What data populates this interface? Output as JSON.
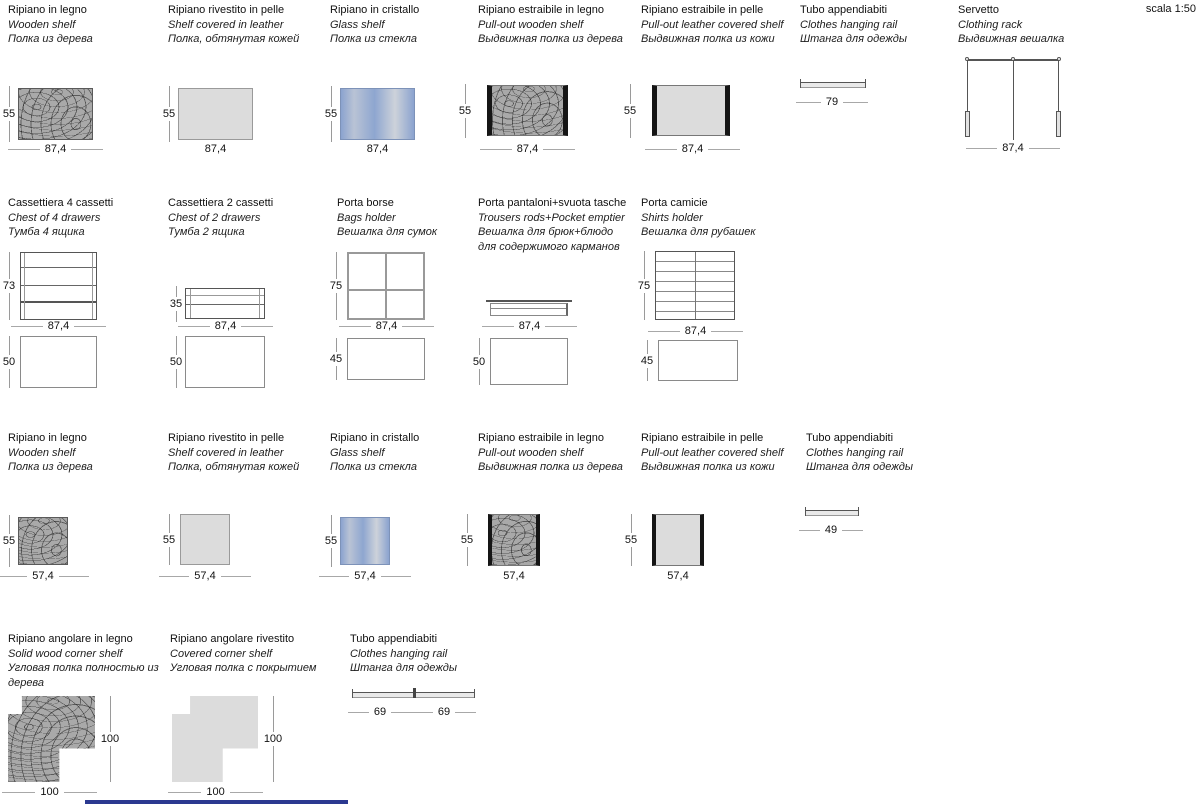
{
  "page": {
    "scale_label": "scala 1:50"
  },
  "colors": {
    "wood_gray": "#a9a9a9",
    "leather_gray": "#dcdcdc",
    "glass_blue_edge": "#8ba3cf",
    "glass_blue_highlight": "#cdd2da",
    "pullout_guide_black": "#151515",
    "dimension_line_gray": "#a8a8a8",
    "text_black": "#111111",
    "footer_accent_blue": "#2b3990"
  },
  "r1": [
    {
      "it": "Ripiano in legno",
      "en": "Wooden shelf",
      "ru": "Полка из дерева",
      "h": "55",
      "w": "87,4"
    },
    {
      "it": "Ripiano rivestito in pelle",
      "en": "Shelf covered in leather",
      "ru": "Полка, обтянутая кожей",
      "h": "55",
      "w": "87,4"
    },
    {
      "it": "Ripiano in cristallo",
      "en": "Glass shelf",
      "ru": "Полка из стекла",
      "h": "55",
      "w": "87,4"
    },
    {
      "it": "Ripiano estraibile in legno",
      "en": "Pull-out wooden shelf",
      "ru": "Выдвижная полка из дерева",
      "h": "55",
      "w": "87,4"
    },
    {
      "it": "Ripiano estraibile in pelle",
      "en": "Pull-out leather covered shelf",
      "ru": "Выдвижная полка из кожи",
      "h": "55",
      "w": "87,4"
    },
    {
      "it": "Tubo appendiabiti",
      "en": "Clothes hanging rail",
      "ru": "Штанга для одежды",
      "w": "79"
    },
    {
      "it": "Servetto",
      "en": "Clothing rack",
      "ru": "Выдвижная вешалка",
      "w": "87,4"
    }
  ],
  "r2": [
    {
      "it": "Cassettiera 4 cassetti",
      "en": "Chest of 4 drawers",
      "ru": "Тумба 4 ящика",
      "front_h": "73",
      "w": "87,4",
      "plan_d": "50"
    },
    {
      "it": "Cassettiera 2 cassetti",
      "en": "Chest of 2 drawers",
      "ru": "Тумба 2 ящика",
      "front_h": "35",
      "w": "87,4",
      "plan_d": "50"
    },
    {
      "it": "Porta borse",
      "en": "Bags holder",
      "ru": "Вешалка для сумок",
      "front_h": "75",
      "w": "87,4",
      "plan_d": "45"
    },
    {
      "it": "Porta pantaloni+svuota tasche",
      "en": "Trousers rods+Pocket emptier",
      "ru": "Вешалка для брюк+блюдо для содержимого карманов",
      "w": "87,4",
      "plan_d": "50"
    },
    {
      "it": "Porta camicie",
      "en": "Shirts holder",
      "ru": "Вешалка для рубашек",
      "front_h": "75",
      "w": "87,4",
      "plan_d": "45"
    }
  ],
  "r3": [
    {
      "it": "Ripiano in legno",
      "en": "Wooden shelf",
      "ru": "Полка из дерева",
      "h": "55",
      "w": "57,4"
    },
    {
      "it": "Ripiano rivestito in pelle",
      "en": "Shelf covered in leather",
      "ru": "Полка, обтянутая кожей",
      "h": "55",
      "w": "57,4"
    },
    {
      "it": "Ripiano in cristallo",
      "en": "Glass shelf",
      "ru": "Полка из стекла",
      "h": "55",
      "w": "57,4"
    },
    {
      "it": "Ripiano estraibile in legno",
      "en": "Pull-out wooden shelf",
      "ru": "Выдвижная полка из дерева",
      "h": "55",
      "w": "57,4"
    },
    {
      "it": "Ripiano estraibile in pelle",
      "en": "Pull-out leather covered shelf",
      "ru": "Выдвижная полка из кожи",
      "h": "55",
      "w": "57,4"
    },
    {
      "it": "Tubo appendiabiti",
      "en": "Clothes hanging rail",
      "ru": "Штанга для одежды",
      "w": "49"
    }
  ],
  "r4": [
    {
      "it": "Ripiano angolare in legno",
      "en": "Solid wood corner shelf",
      "ru": "Угловая полка полностью из дерева",
      "h": "100",
      "w": "100"
    },
    {
      "it": "Ripiano angolare rivestito",
      "en": "Covered corner shelf",
      "ru": "Угловая полка с покрытием",
      "h": "100",
      "w": "100"
    },
    {
      "it": "Tubo appendiabiti",
      "en": "Clothes hanging rail",
      "ru": "Штанга для одежды",
      "w1": "69",
      "w2": "69"
    }
  ]
}
